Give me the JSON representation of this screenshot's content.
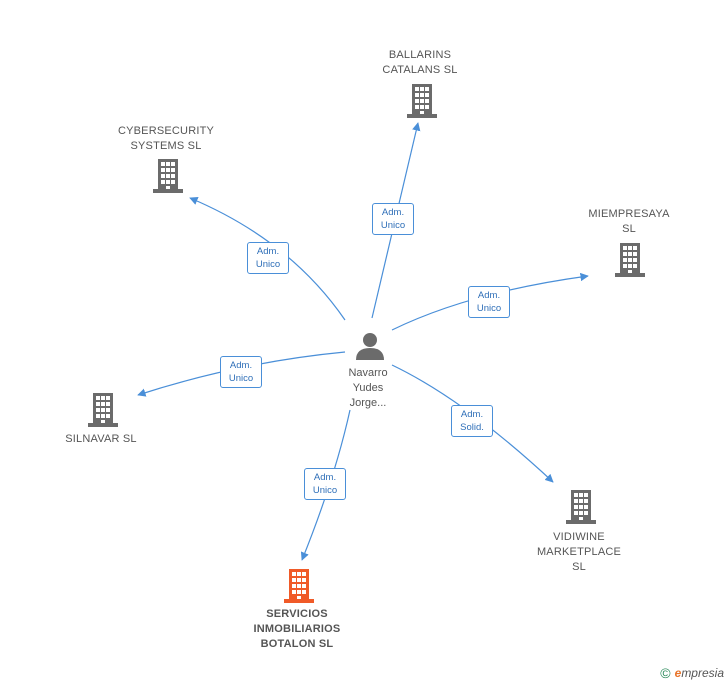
{
  "person": {
    "label": "Navarro\nYudes\nJorge..."
  },
  "companies": [
    {
      "id": "ballarins",
      "label": "BALLARINS\nCATALANS  SL",
      "color": "#6b6b6b"
    },
    {
      "id": "cybersecurity",
      "label": "CYBERSECURITY\nSYSTEMS  SL",
      "color": "#6b6b6b"
    },
    {
      "id": "miempresaya",
      "label": "MIEMPRESAYA\nSL",
      "color": "#6b6b6b"
    },
    {
      "id": "silnavar",
      "label": "SILNAVAR  SL",
      "color": "#6b6b6b"
    },
    {
      "id": "vidiwine",
      "label": "VIDIWINE\nMARKETPLACE\nSL",
      "color": "#6b6b6b"
    },
    {
      "id": "servicios",
      "label": "SERVICIOS\nINMOBILIARIOS\nBOTALON  SL",
      "color": "#f05a28"
    }
  ],
  "edges": [
    {
      "to": "ballarins",
      "role": "Adm.\nUnico"
    },
    {
      "to": "cybersecurity",
      "role": "Adm.\nUnico"
    },
    {
      "to": "miempresaya",
      "role": "Adm.\nUnico"
    },
    {
      "to": "silnavar",
      "role": "Adm.\nUnico"
    },
    {
      "to": "vidiwine",
      "role": "Adm.\nSolid."
    },
    {
      "to": "servicios",
      "role": "Adm.\nUnico"
    }
  ],
  "footer": {
    "copyright": "©",
    "brand_initial": "e",
    "brand_rest": "mpresia"
  },
  "colors": {
    "edge": "#4a8fd8",
    "building": "#6b6b6b",
    "highlight": "#f05a28",
    "person": "#6b6b6b"
  }
}
